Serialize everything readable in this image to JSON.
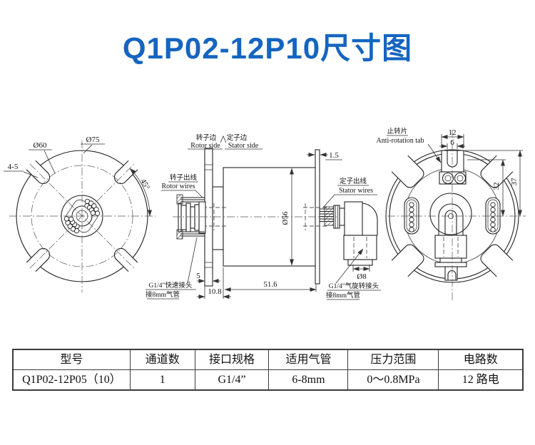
{
  "title": "Q1P02-12P10尺寸图",
  "colors": {
    "title_blue": "#1565c0",
    "line": "#222222"
  },
  "left_view": {
    "dia60": "Ø60",
    "dia75": "Ø75",
    "slots": "4-5",
    "angle": "45°"
  },
  "middle_view": {
    "rotor_side_cn": "转子边",
    "rotor_side_en": "Rotor side",
    "stator_side_cn": "定子边",
    "stator_side_en": "Stator side",
    "rotor_wires_cn": "转子出线",
    "rotor_wires_en": "Rotor wires",
    "stator_wires_cn": "定子出线",
    "stator_wires_en": "Stator wires",
    "quick_fitting_cn": "G1/4\"快速接头",
    "quick_fitting_sub": "接8mm气管",
    "rotary_fitting_cn": "G1/4\"气旋转接头",
    "rotary_fitting_sub": "接8mm气管",
    "dim_flange": "1.5",
    "dim_body_dia": "Ø56",
    "dim_5": "5",
    "dim_108": "10.8",
    "dim_length": "51.6",
    "dim_dia8": "Ø8"
  },
  "right_view": {
    "tab_cn": "止转片",
    "tab_en": "Anti-rotation tab",
    "dim_12": "12",
    "dim_6": "6",
    "dim_32": "32",
    "dim_37": "37"
  },
  "table": {
    "headers": [
      "型号",
      "通道数",
      "接口规格",
      "适用气管",
      "压力范围",
      "电路数"
    ],
    "rows": [
      [
        "Q1P02-12P05（10）",
        "1",
        "G1/4”",
        "6-8mm",
        "0～0.8MPa",
        "12 路电"
      ]
    ]
  }
}
